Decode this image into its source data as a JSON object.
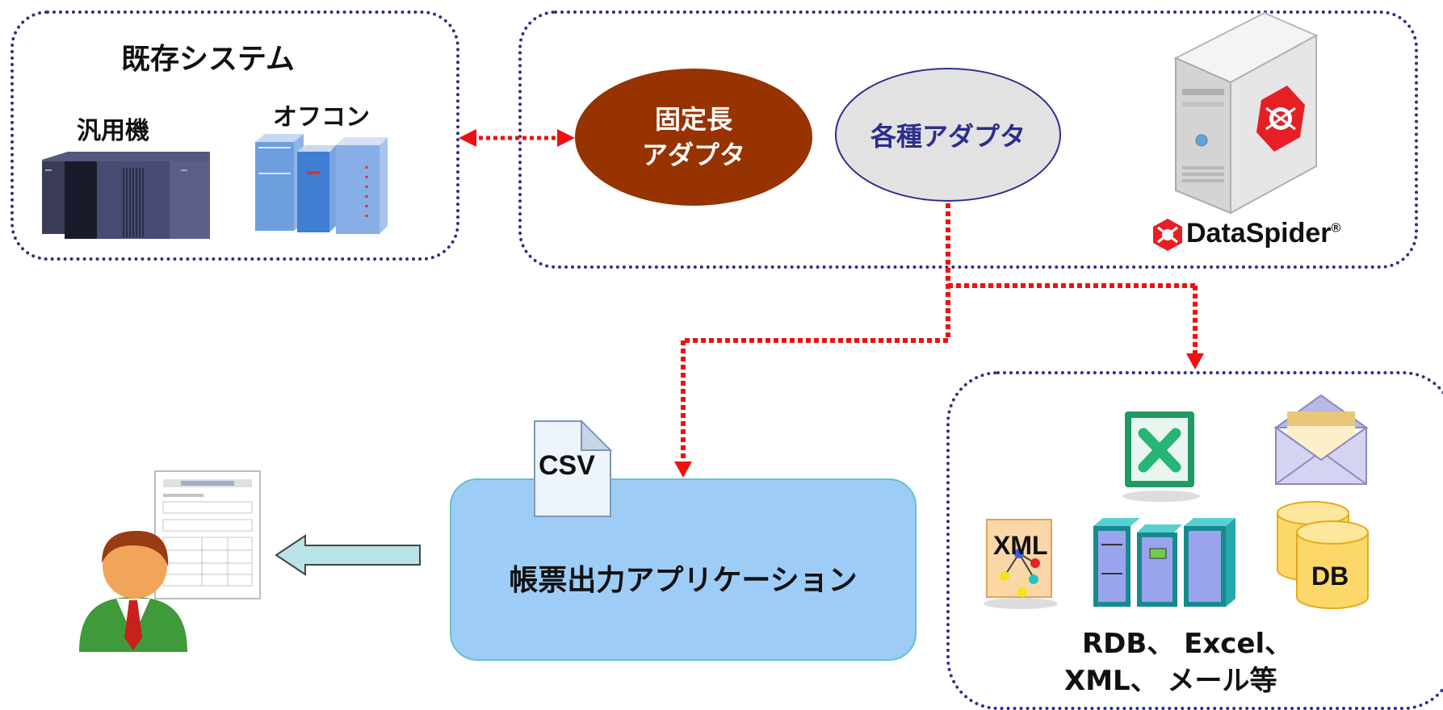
{
  "legacy": {
    "title": "既存システム",
    "mainframe_label": "汎用機",
    "officecomputer_label": "オフコン"
  },
  "server": {
    "fixed_adapter_line1": "固定長",
    "fixed_adapter_line2": "アダプタ",
    "various_adapter": "各種アダプタ",
    "brand": "DataSpider",
    "brand_mark": "®"
  },
  "app": {
    "label": "帳票出力アプリケーション",
    "file_label": "CSV"
  },
  "targets": {
    "xml_icon_text": "XML",
    "db_icon_text": "DB",
    "caption_line1": "RDB、 Excel、",
    "caption_line2": "XML、 メール等"
  },
  "colors": {
    "frame": "#2b2f8c",
    "arrow": "#ee1111",
    "fixed_adapter": "#963300",
    "various_adapter": "#e2e2e2",
    "app_box": "#9dcdf7",
    "output_arrow": "#b9e3e6"
  }
}
